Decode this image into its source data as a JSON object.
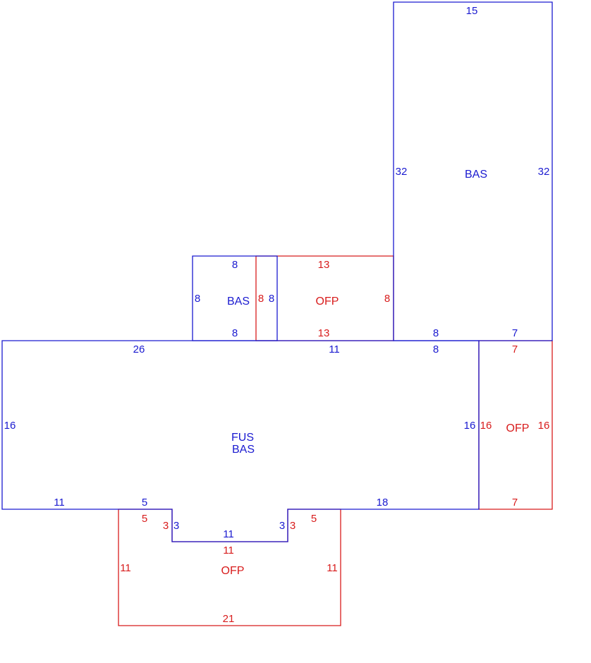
{
  "colors": {
    "blue": "#1a1ad0",
    "red": "#d81c1c"
  },
  "areas": {
    "bas_top": {
      "label": "BAS",
      "top": "15",
      "left": "32",
      "right": "32",
      "bottom_a": "8",
      "bottom_b": "7"
    },
    "bas_small": {
      "label": "BAS",
      "top": "8",
      "left": "8",
      "right": "8",
      "bottom": "8"
    },
    "ofp_mid": {
      "label": "OFP",
      "top": "13",
      "left": "8",
      "right": "8",
      "bottom": "13"
    },
    "fus_bas": {
      "label_1": "FUS",
      "label_2": "BAS",
      "top_a": "26",
      "top_b": "11",
      "top_c": "8",
      "left": "16",
      "right": "16",
      "bottom_a": "11",
      "bottom_b": "5",
      "notch_left": "3",
      "notch_bottom": "11",
      "notch_right": "3",
      "bottom_c": "18"
    },
    "ofp_right": {
      "label": "OFP",
      "top": "7",
      "left": "16",
      "right": "16",
      "bottom": "7"
    },
    "ofp_bottom": {
      "label": "OFP",
      "top_left": "5",
      "inner_left": "3",
      "inner_top": "11",
      "inner_right": "3",
      "top_right": "5",
      "left": "11",
      "right": "11",
      "bottom": "21"
    }
  }
}
